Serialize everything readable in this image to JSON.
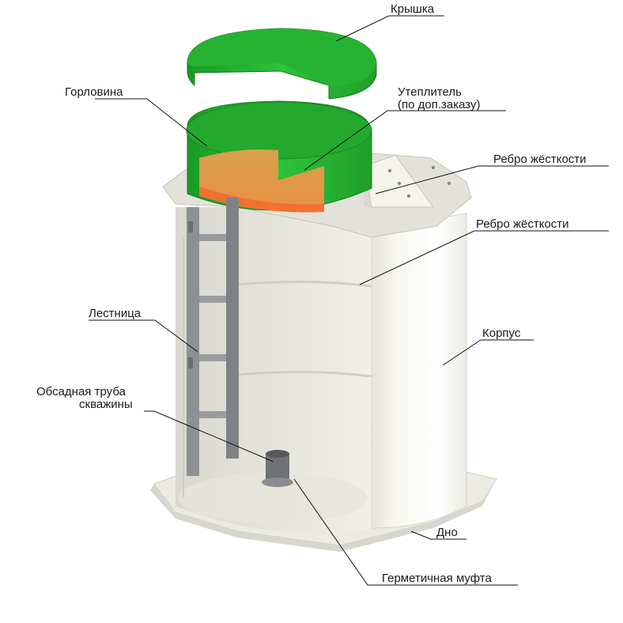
{
  "labels": {
    "cover": "Крышка",
    "neck": "Горловина",
    "insulation_line1": "Утеплитель",
    "insulation_line2": "(по доп.заказу)",
    "rib_top": "Ребро жёсткости",
    "rib_side": "Ребро жёсткости",
    "ladder": "Лестница",
    "body": "Корпус",
    "casing_line1": "Обсадная труба",
    "casing_line2": "скважины",
    "bottom": "Дно",
    "coupling": "Герметичная муфта"
  },
  "colors": {
    "cover_green": "#1fa52a",
    "neck_green": "#25b52f",
    "insulation": "#e0a050",
    "insulation_edge": "#f07030",
    "body": "#f4f3ec",
    "ladder": "#8d9093",
    "pipe": "#6e7274"
  }
}
